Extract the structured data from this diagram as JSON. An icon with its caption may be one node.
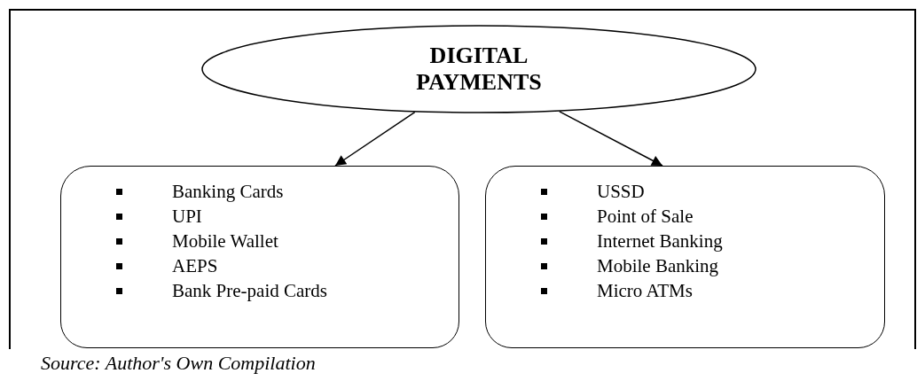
{
  "diagram": {
    "caption": "Source: Author's Own Compilation",
    "nodes": [
      {
        "text": [
          "DIGITAL PAYMENTS"
        ]
      },
      {
        "text": [
          "Banking Cards",
          "UPI",
          "Mobile Wallet",
          "AEPS",
          "Bank Pre-paid Cards"
        ]
      },
      {
        "text": [
          "USSD",
          "Point of Sale",
          "Internet Banking",
          "Mobile Banking",
          "Micro ATMs"
        ]
      }
    ],
    "edges": [
      {
        "from": 0,
        "to": 1,
        "arrow": "to"
      },
      {
        "from": 0,
        "to": 2,
        "arrow": "to"
      }
    ]
  }
}
